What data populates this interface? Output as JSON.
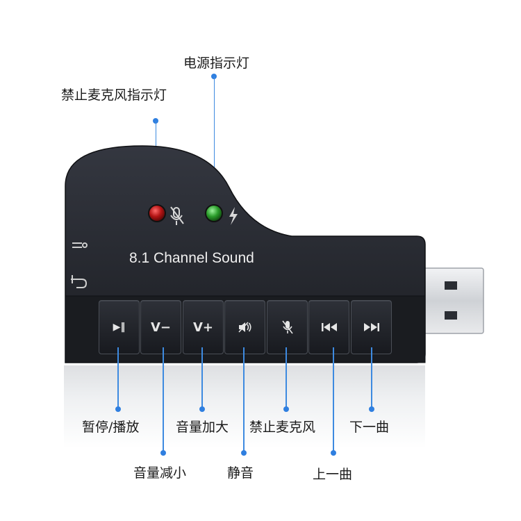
{
  "device": {
    "brand_text": "8.1 Channel Sound",
    "body_color": "#222429",
    "led_mic_color": "#c21a1a",
    "led_power_color": "#2aa32a",
    "accent_line_color": "#3d8ae0"
  },
  "buttons": [
    {
      "icon": "play-pause-icon",
      "text": "▶︎‖"
    },
    {
      "icon": "volume-down-icon",
      "text": "V−"
    },
    {
      "icon": "volume-up-icon",
      "text": "V+"
    },
    {
      "icon": "mute-speaker-icon",
      "text": ""
    },
    {
      "icon": "mic-mute-icon",
      "text": ""
    },
    {
      "icon": "previous-track-icon",
      "text": "⏮"
    },
    {
      "icon": "next-track-icon",
      "text": "⏭"
    }
  ],
  "labels": {
    "power_indicator": "电源指示灯",
    "mic_mute_indicator": "禁止麦克风指示灯",
    "pause_play": "暂停/播放",
    "volume_down": "音量减小",
    "volume_up": "音量加大",
    "mute": "静音",
    "mic_mute": "禁止麦克风",
    "previous_track": "上一曲",
    "next_track": "下一曲"
  }
}
